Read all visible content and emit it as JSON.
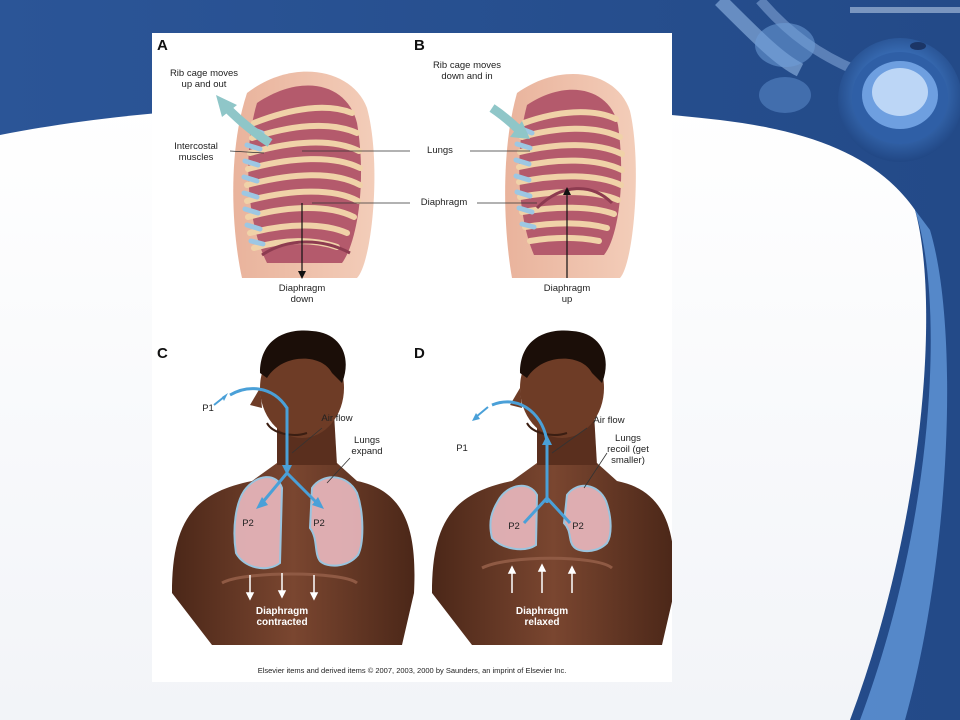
{
  "panels": {
    "a": {
      "letter": "A",
      "rib_cage": "Rib cage moves\nup and out",
      "intercostal": "Intercostal\nmuscles",
      "diaphragm": "Diaphragm\ndown"
    },
    "b": {
      "letter": "B",
      "rib_cage": "Rib cage moves\ndown and in",
      "diaphragm": "Diaphragm\nup"
    },
    "shared": {
      "lungs": "Lungs",
      "diaphragm": "Diaphragm"
    },
    "c": {
      "letter": "C",
      "p1": "P1",
      "air_flow": "Air flow",
      "lungs_expand": "Lungs\nexpand",
      "p2_left": "P2",
      "p2_right": "P2",
      "diaphragm_state": "Diaphragm\ncontracted"
    },
    "d": {
      "letter": "D",
      "p1": "P1",
      "air_flow": "Air flow",
      "lungs_recoil": "Lungs\nrecoil (get\nsmaller)",
      "p2_left": "P2",
      "p2_right": "P2",
      "diaphragm_state": "Diaphragm\nrelaxed"
    }
  },
  "copyright": "Elsevier items and derived items © 2007, 2003, 2000 by Saunders, an imprint of Elsevier Inc.",
  "colors": {
    "slide_blue": "#2a5496",
    "light_blue": "#5b8fd0",
    "skin_dark": "#6b3a24",
    "skin_light": "#e8b8a0",
    "lung_pink": "#e8b4b8",
    "rib_tan": "#e8c9a0",
    "muscle_red": "#b85468",
    "air_blue": "#4aa0d8"
  },
  "icons": [
    "stethoscope-icon"
  ]
}
